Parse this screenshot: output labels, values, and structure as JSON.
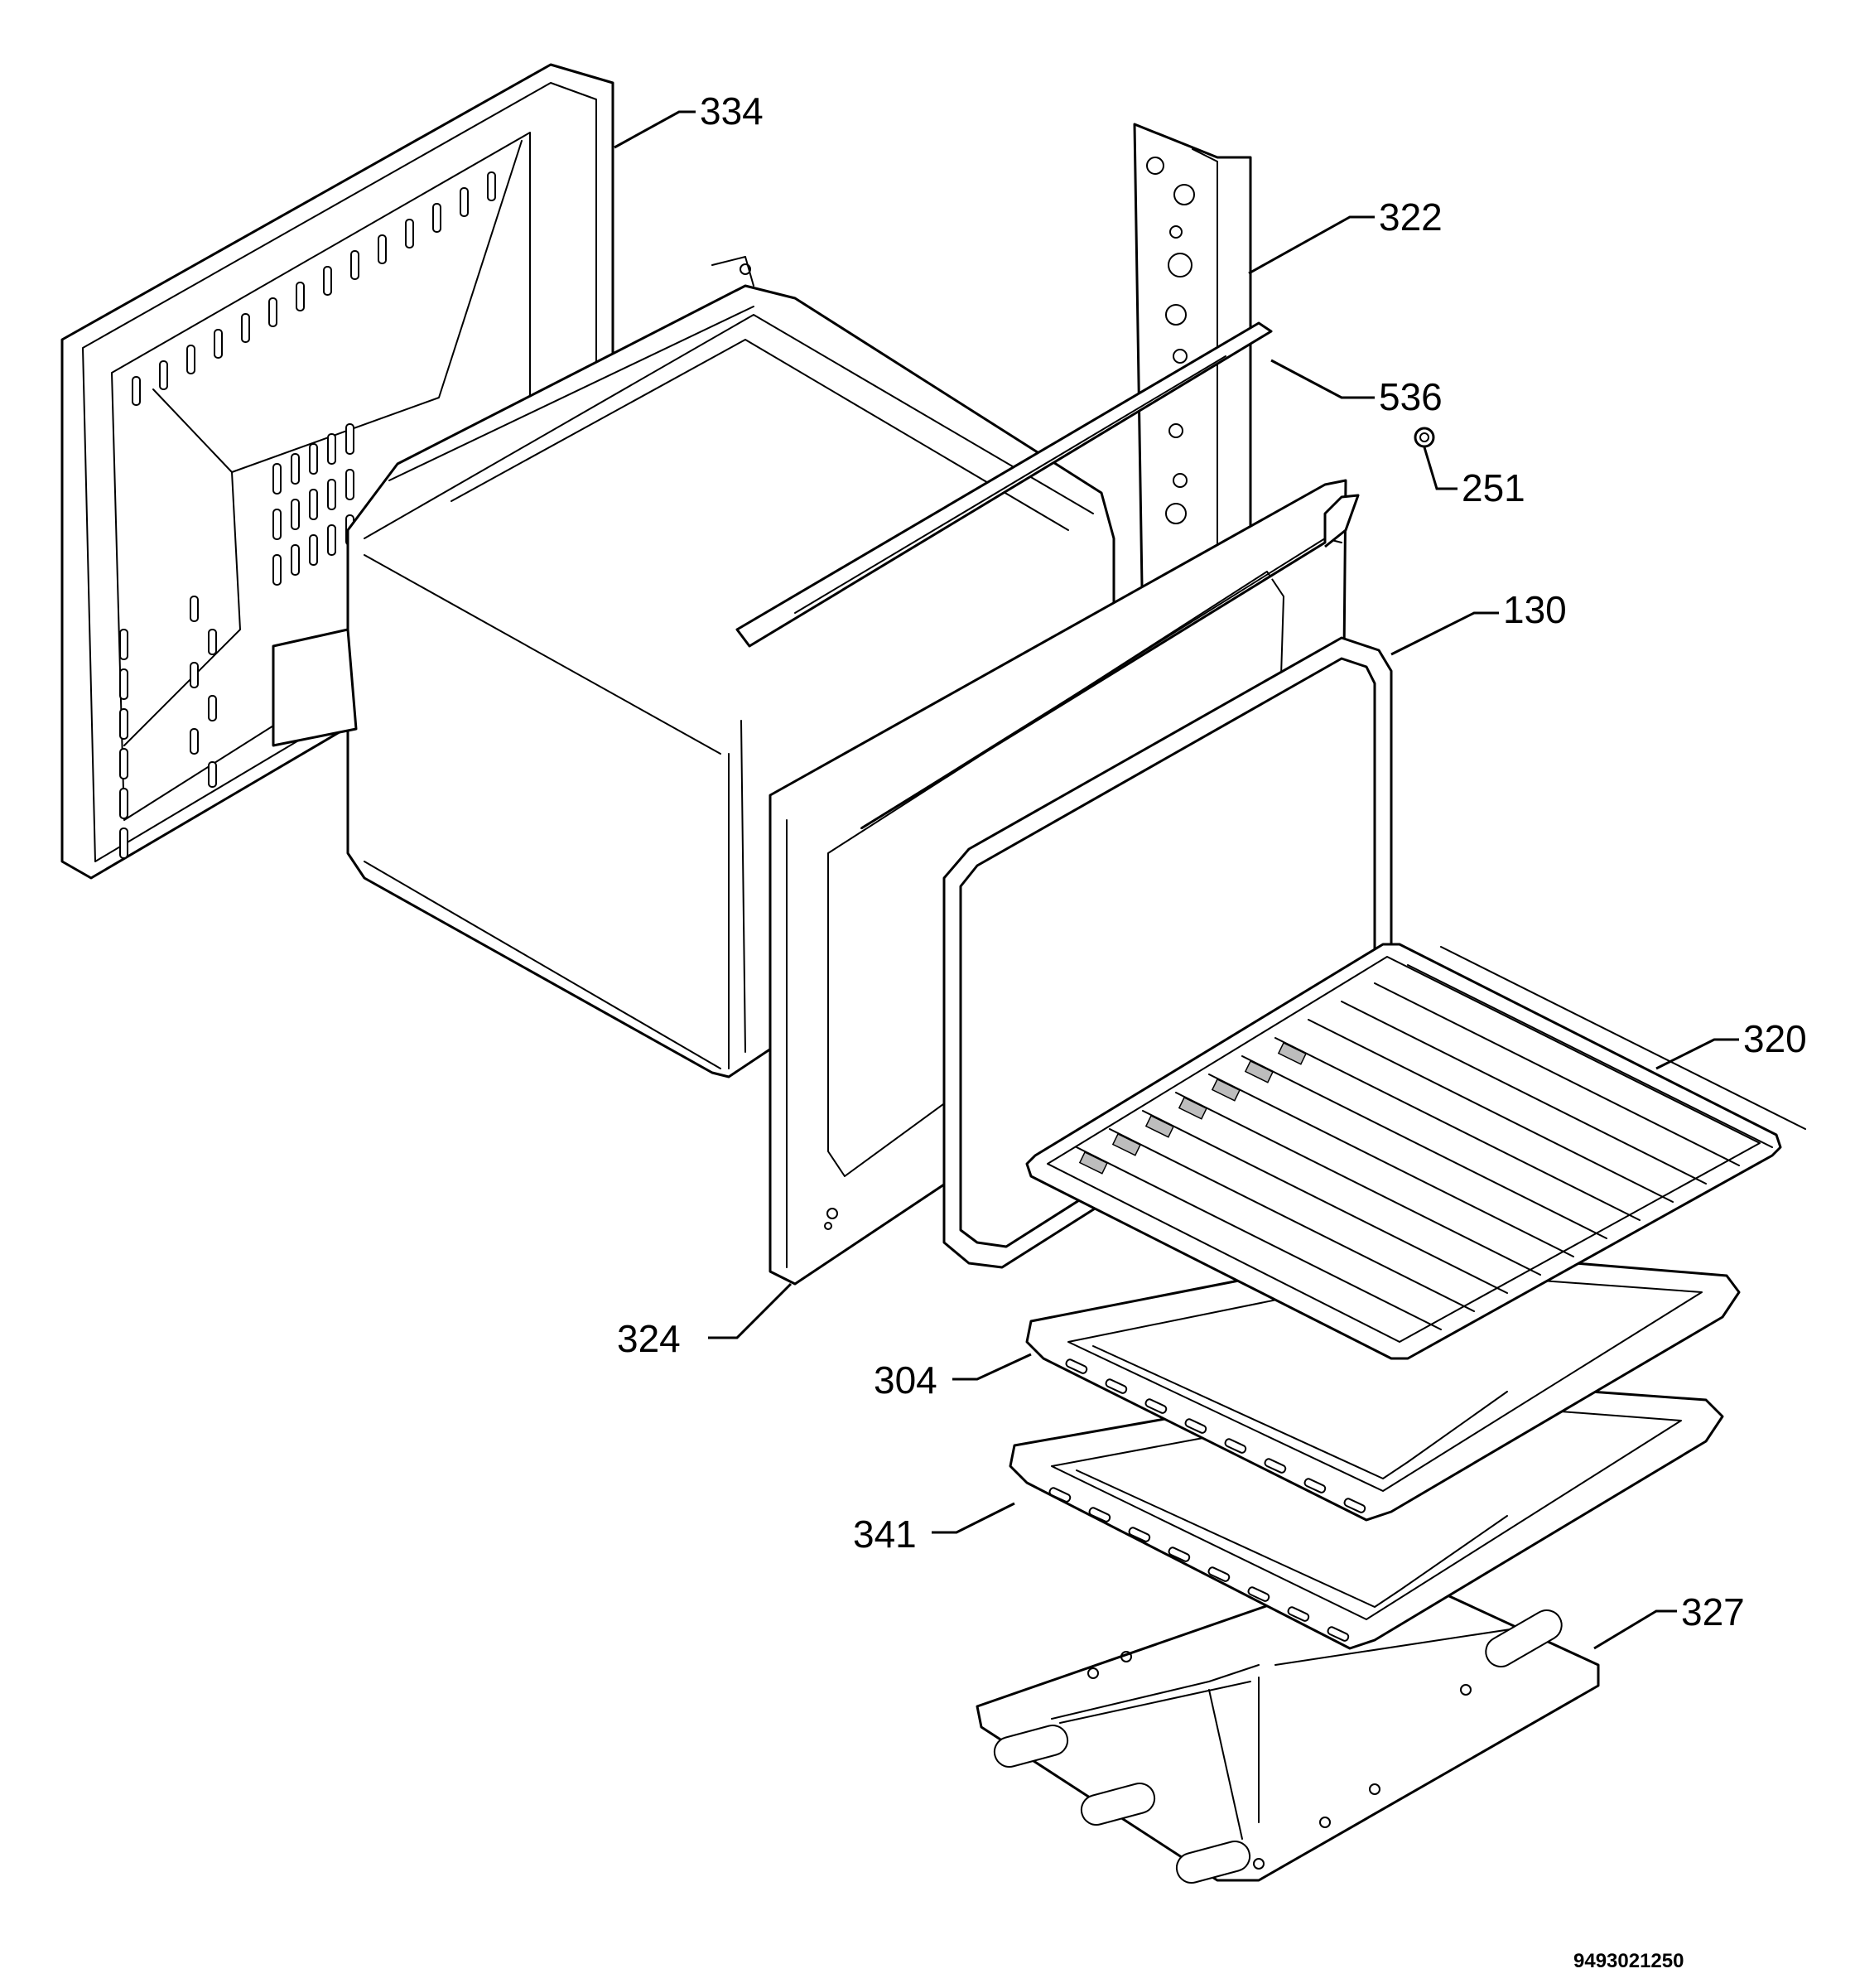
{
  "labels": {
    "p334": "334",
    "p322": "322",
    "p536": "536",
    "p251": "251",
    "p130": "130",
    "p320": "320",
    "p324": "324",
    "p304": "304",
    "p341": "341",
    "p327": "327"
  },
  "drawing_code": "9493021250"
}
